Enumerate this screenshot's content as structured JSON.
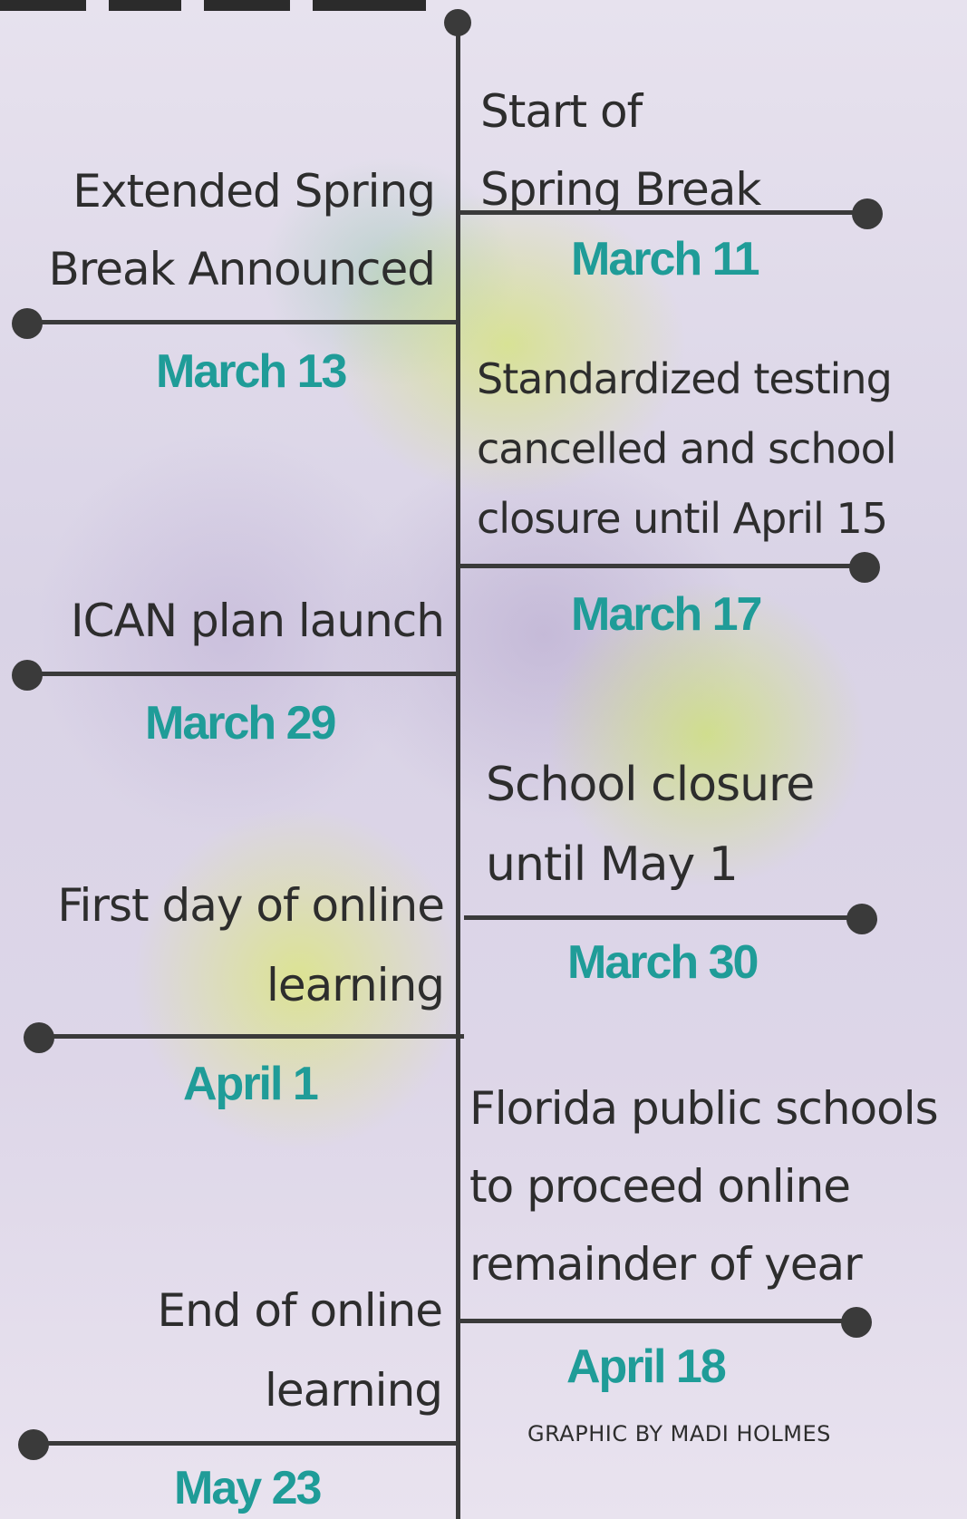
{
  "events": [
    {
      "id": "spring-break-start",
      "label": "Start of Spring Break",
      "date": "March 11"
    },
    {
      "id": "extended-spring-break",
      "label": "Extended Spring Break Announced",
      "date": "March 13"
    },
    {
      "id": "testing-cancelled",
      "label": "Standardized testing cancelled and school closure until April 15",
      "date": "March 17"
    },
    {
      "id": "ican-plan",
      "label": "ICAN plan launch",
      "date": "March 29"
    },
    {
      "id": "closure-may-1",
      "label": "School closure until May 1",
      "date": "March 30"
    },
    {
      "id": "first-online-day",
      "label": "First day of online learning",
      "date": "April 1"
    },
    {
      "id": "florida-online",
      "label": "Florida public schools to proceed online remainder of year",
      "date": "April 18"
    },
    {
      "id": "end-online",
      "label": "End of online learning",
      "date": "May 23"
    }
  ],
  "credit": "GRAPHIC BY MADI HOLMES",
  "colors": {
    "date": "#1f9c98",
    "line": "#3a3a3a",
    "text": "#2d2d2d"
  }
}
